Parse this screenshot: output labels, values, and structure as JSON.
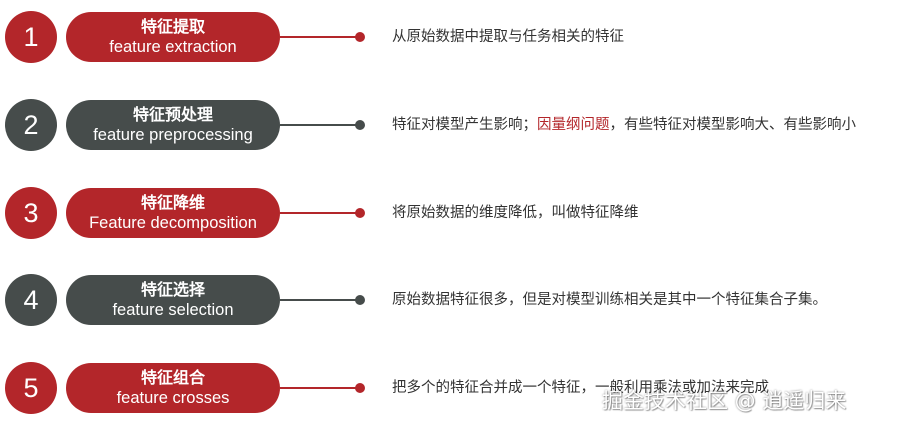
{
  "colors": {
    "red": "#b3262a",
    "gray": "#464c4b",
    "text": "#333333"
  },
  "steps": [
    {
      "number": "1",
      "title_cn": "特征提取",
      "title_en": "feature extraction",
      "color": "red",
      "description": "从原始数据中提取与任务相关的特征"
    },
    {
      "number": "2",
      "title_cn": "特征预处理",
      "title_en": "feature preprocessing",
      "color": "gray",
      "description_prefix": "特征对模型产生影响；",
      "description_highlight": "因量纲问题",
      "description_suffix": "，有些特征对模型影响大、有些影响小"
    },
    {
      "number": "3",
      "title_cn": "特征降维",
      "title_en": "Feature decomposition",
      "color": "red",
      "description": "将原始数据的维度降低，叫做特征降维"
    },
    {
      "number": "4",
      "title_cn": "特征选择",
      "title_en": "feature selection",
      "color": "gray",
      "description": "原始数据特征很多，但是对模型训练相关是其中一个特征集合子集。"
    },
    {
      "number": "5",
      "title_cn": "特征组合",
      "title_en": "feature crosses",
      "color": "red",
      "description": "把多个的特征合并成一个特征，一般利用乘法或加法来完成"
    }
  ],
  "watermark": "掘金技术社区 @ 逍遥归来"
}
